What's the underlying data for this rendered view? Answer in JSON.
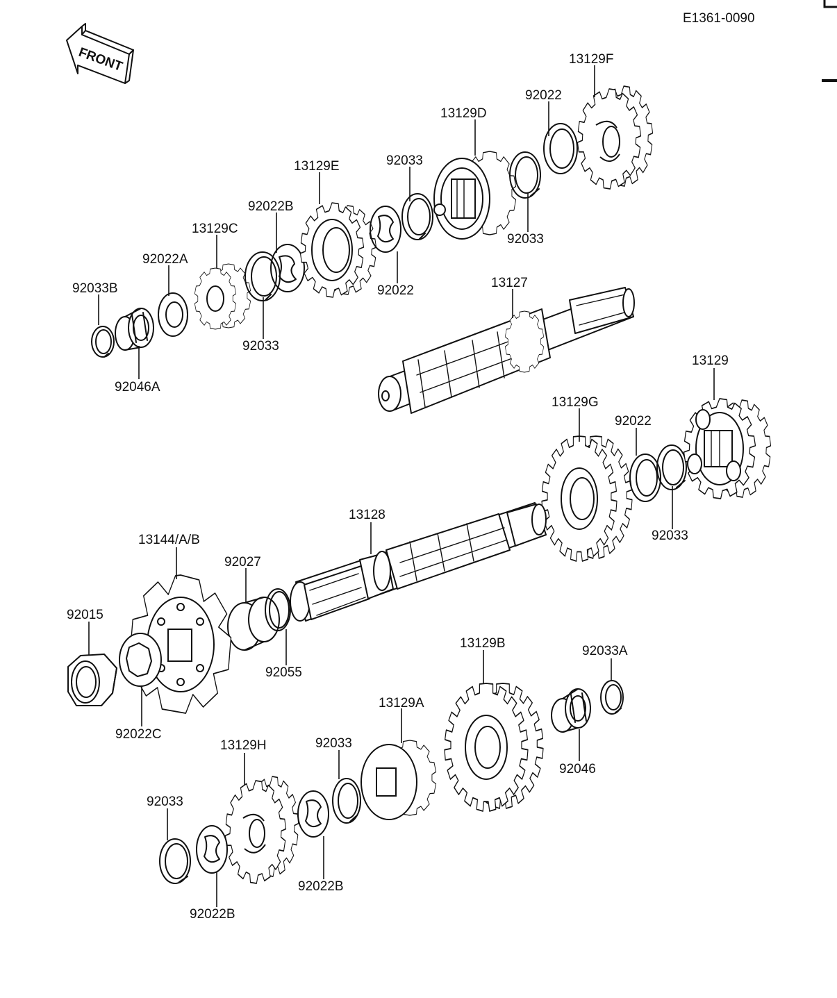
{
  "doc_code": "E1361-0090",
  "front_label": "FRONT",
  "part_labels": [
    "13129F",
    "92022",
    "13129D",
    "92033",
    "92033",
    "13129E",
    "92022B",
    "92022",
    "13129C",
    "92022A",
    "92033",
    "92033B",
    "92046A",
    "13127",
    "13129",
    "13129G",
    "92022",
    "92033",
    "13128",
    "13144/A/B",
    "92027",
    "92015",
    "92055",
    "92022C",
    "13129B",
    "92033A",
    "13129A",
    "92046",
    "13129H",
    "92033",
    "92033",
    "92022B",
    "92022B"
  ]
}
